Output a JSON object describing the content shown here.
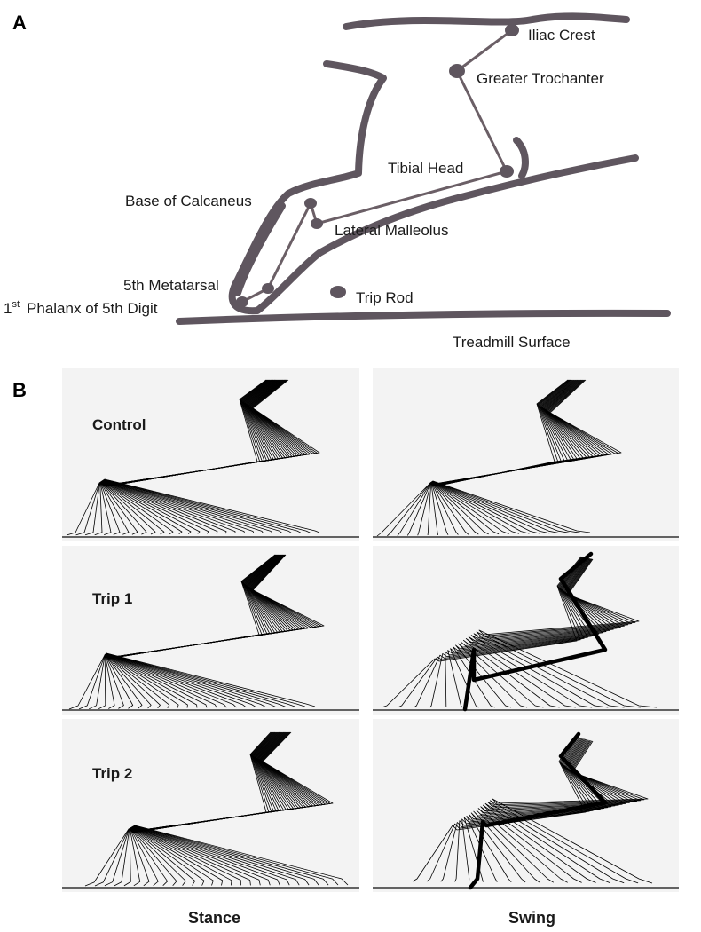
{
  "panel_a": {
    "letter": "A",
    "landmarks": {
      "iliac_crest": "Iliac Crest",
      "greater_trochanter": "Greater Trochanter",
      "tibial_head": "Tibial Head",
      "base_of_calcaneus": "Base of Calcaneus",
      "lateral_malleolus": "Lateral Malleolus",
      "fifth_metatarsal": "5th Metatarsal",
      "first_phalanx_prefix": "1",
      "first_phalanx_sup": "st",
      "first_phalanx_rest": "Phalanx of 5th Digit",
      "trip_rod": "Trip Rod",
      "treadmill_surface": "Treadmill Surface"
    }
  },
  "panel_b": {
    "letter": "B",
    "rows": [
      "Control",
      "Trip 1",
      "Trip 2"
    ],
    "columns": [
      "Stance",
      "Swing"
    ]
  },
  "colors": {
    "outline": "#5f565f",
    "stick": "#000000"
  }
}
